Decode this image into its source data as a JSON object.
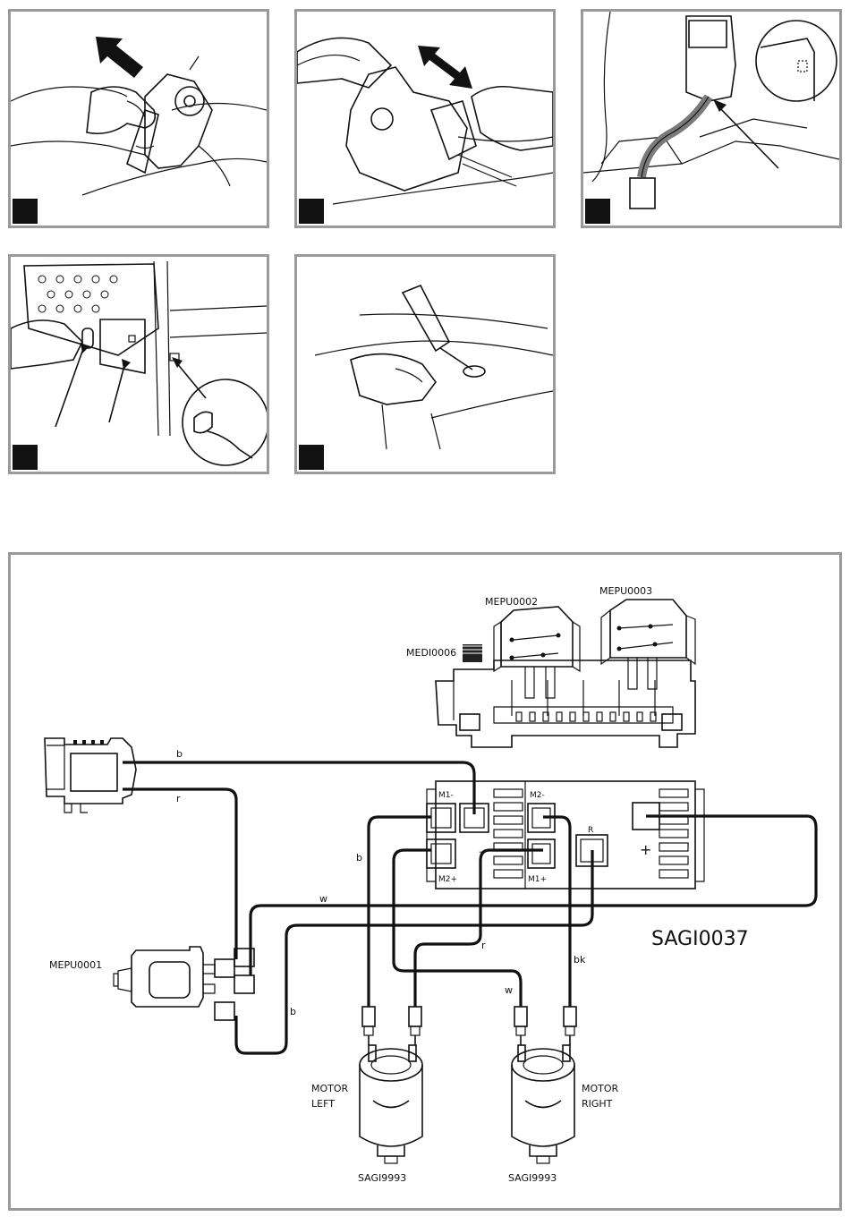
{
  "steps": [
    {
      "id": "step-1",
      "arrow": "up-left"
    },
    {
      "id": "step-2",
      "arrow": "double"
    },
    {
      "id": "step-3",
      "arrow": "pointer"
    },
    {
      "id": "step-4",
      "arrow": "pointers"
    },
    {
      "id": "step-5",
      "arrow": "none"
    }
  ],
  "wiring": {
    "components": {
      "rocker_switch_left": "MEPU0002",
      "rocker_switch_right": "MEPU0003",
      "housing": "MEDI0006",
      "pedal_switch": "MEPU0001",
      "control_board": "SAGI0037",
      "motor_left_label_1": "MOTOR",
      "motor_left_label_2": "LEFT",
      "motor_right_label_1": "MOTOR",
      "motor_right_label_2": "RIGHT",
      "motor_left_part": "SAGI9993",
      "motor_right_part": "SAGI9993"
    },
    "terminals": {
      "m1_minus": "M1-",
      "m2_minus": "M2-",
      "m2_plus": "M2+",
      "m1_plus": "M1+",
      "r": "R",
      "minus": "–",
      "plus": "+"
    },
    "wire_colors": {
      "b1": "b",
      "r1": "r",
      "b2": "b",
      "w1": "w",
      "r2": "r",
      "w2": "w",
      "bk": "bk",
      "b3": "b"
    }
  }
}
